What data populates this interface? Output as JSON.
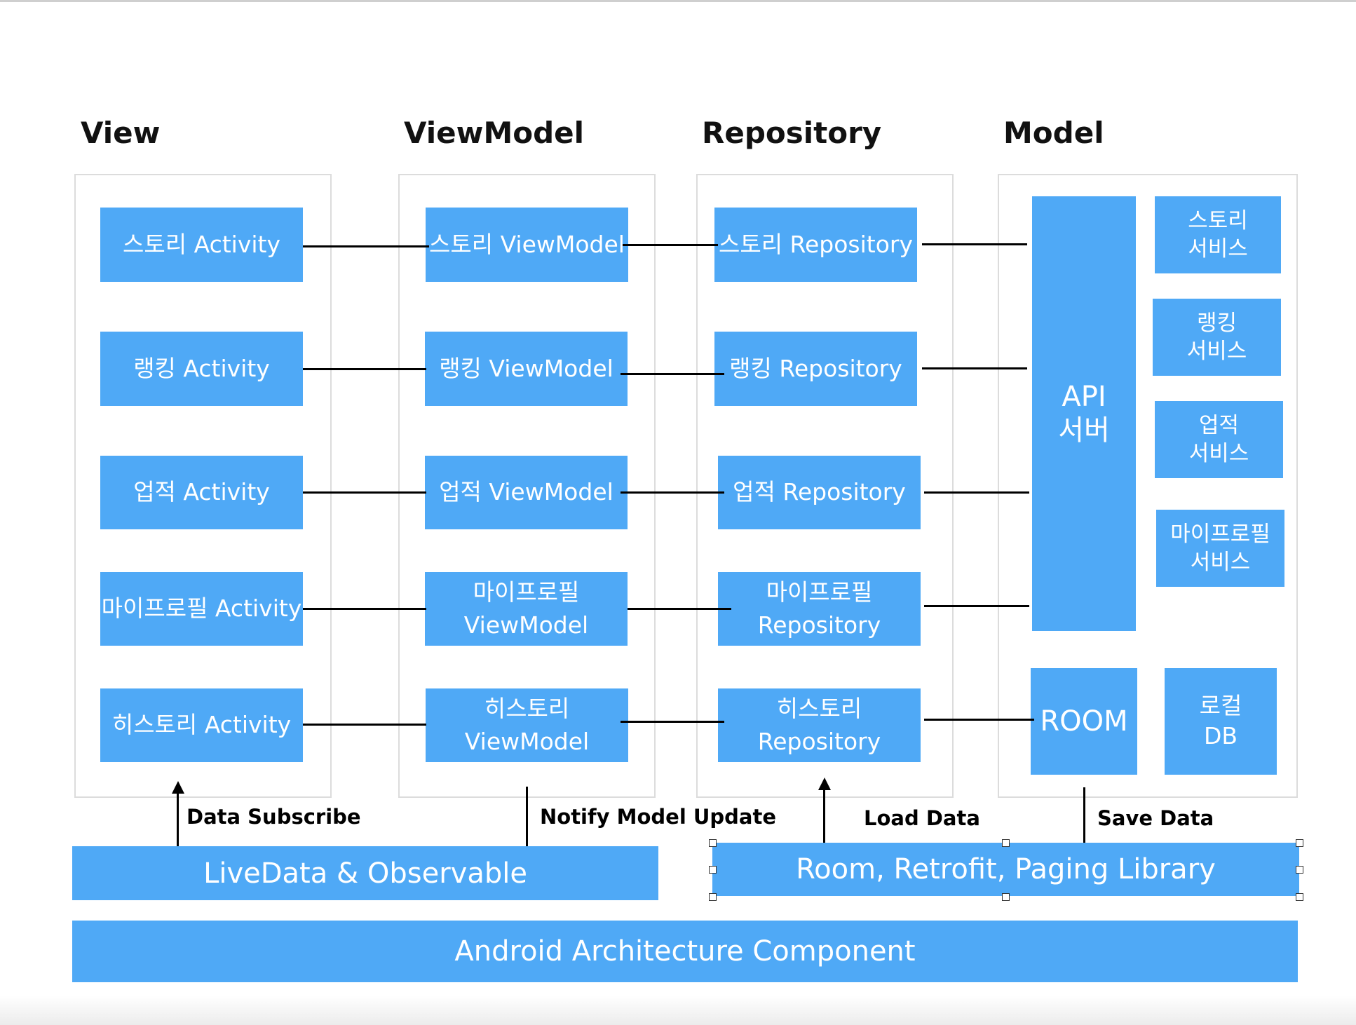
{
  "headings": {
    "view": "View",
    "viewmodel": "ViewModel",
    "repository": "Repository",
    "model": "Model"
  },
  "view": {
    "story": "스토리 Activity",
    "ranking": "랭킹 Activity",
    "achievement": "업적 Activity",
    "myprofile": "마이프로필 Activity",
    "history": "히스토리 Activity"
  },
  "viewmodel": {
    "story": "스토리 ViewModel",
    "ranking": "랭킹 ViewModel",
    "achievement": "업적 ViewModel",
    "myprofile": "마이프로필\nViewModel",
    "history": "히스토리\nViewModel"
  },
  "repository": {
    "story": "스토리 Repository",
    "ranking": "랭킹 Repository",
    "achievement": "업적 Repository",
    "myprofile": "마이프로필\nRepository",
    "history": "히스토리\nRepository"
  },
  "model": {
    "api_server": "API\n서버",
    "room": "ROOM",
    "local_db": "로컬\nDB",
    "story_service": "스토리\n서비스",
    "ranking_service": "랭킹\n서비스",
    "achievement_service": "업적\n서비스",
    "myprofile_service": "마이프로필\n서비스"
  },
  "flows": {
    "data_subscribe": "Data Subscribe",
    "notify_model_update": "Notify Model Update",
    "load_data": "Load Data",
    "save_data": "Save Data"
  },
  "bars": {
    "livedata": "LiveData & Observable",
    "libraries": "Room, Retrofit, Paging Library",
    "aac": "Android Architecture Component"
  },
  "colors": {
    "box_fill": "#4fa9f6",
    "box_text": "#ffffff",
    "connector": "#000000",
    "column_border": "#dcdcdc"
  }
}
